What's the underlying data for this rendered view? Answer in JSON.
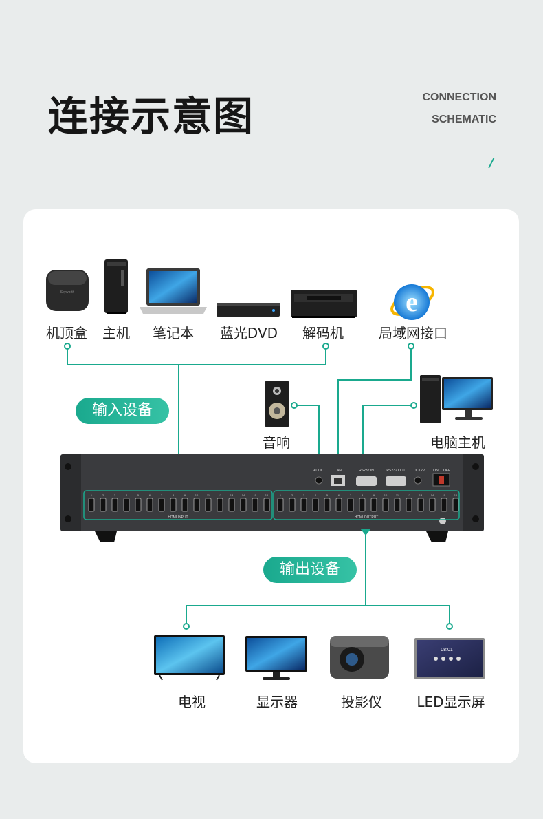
{
  "header": {
    "title": "连接示意图",
    "subtitle_line1": "CONNECTION",
    "subtitle_line2": "SCHEMATIC",
    "slash": "/"
  },
  "inputs": {
    "pill": "输入设备",
    "devices": [
      {
        "label": "机顶盒",
        "icon": "set-top-box-icon"
      },
      {
        "label": "主机",
        "icon": "pc-tower-icon"
      },
      {
        "label": "笔记本",
        "icon": "laptop-icon"
      },
      {
        "label": "蓝光DVD",
        "icon": "bluray-player-icon"
      },
      {
        "label": "解码机",
        "icon": "decoder-icon"
      },
      {
        "label": "局域网接口",
        "icon": "internet-explorer-icon"
      }
    ]
  },
  "side_devices": {
    "speaker": "音响",
    "computer": "电脑主机"
  },
  "device_panel": {
    "ports": [
      "AUDIO",
      "LAN",
      "RS232 IN",
      "RS232 OUT",
      "DC12V",
      "ON",
      "OFF"
    ],
    "input_group": "HDMI INPUT",
    "output_group": "HDMI OUTPUT",
    "input_numbers": [
      "1",
      "2",
      "3",
      "4",
      "5",
      "6",
      "7",
      "8",
      "9",
      "10",
      "11",
      "12",
      "13",
      "14",
      "15",
      "16"
    ],
    "output_numbers": [
      "1",
      "2",
      "3",
      "4",
      "5",
      "6",
      "7",
      "8",
      "9",
      "10",
      "11",
      "12",
      "13",
      "14",
      "15",
      "16"
    ]
  },
  "outputs": {
    "pill": "输出设备",
    "devices": [
      {
        "label": "电视",
        "icon": "tv-icon"
      },
      {
        "label": "显示器",
        "icon": "monitor-icon"
      },
      {
        "label": "投影仪",
        "icon": "projector-icon"
      },
      {
        "label": "LED显示屏",
        "icon": "led-display-icon"
      }
    ]
  },
  "colors": {
    "accent": "#1aa98e",
    "device_body": "#2b2c2e",
    "background": "#e9ecec"
  }
}
